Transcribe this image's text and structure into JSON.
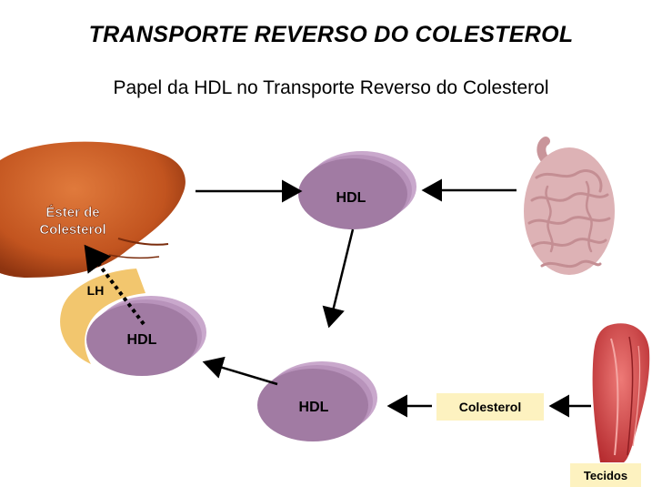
{
  "header": {
    "title": "TRANSPORTE REVERSO DO COLESTEROL",
    "subtitle": "Papel da HDL no Transporte Reverso do Colesterol"
  },
  "nodes": {
    "hdl_top": "HDL",
    "hdl_left": "HDL",
    "hdl_bottom": "HDL",
    "ester_line1": "Éster de",
    "ester_line2": "Colesterol",
    "lh": "LH",
    "colesterol": "Colesterol",
    "tecidos": "Tecidos"
  },
  "colors": {
    "hdl_fill": "#a17ba3",
    "hdl_shadow": "#c9a8cc",
    "liver": "#c2541f",
    "lh_crescent": "#f2c66e",
    "label_box": "#fdf2c0",
    "intestine": "#ddb2b5",
    "muscle": "#d8464a"
  },
  "icons": [
    "liver-illustration",
    "intestine-illustration",
    "muscle-illustration"
  ]
}
